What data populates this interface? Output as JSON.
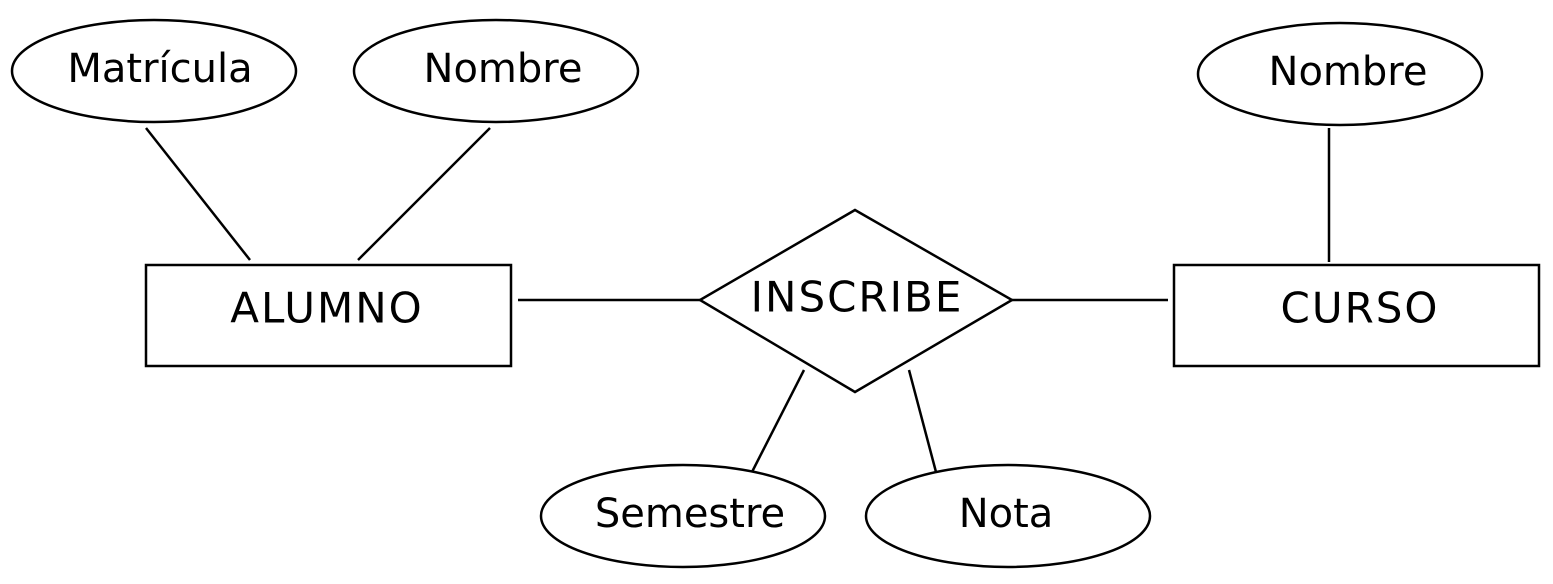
{
  "diagram": {
    "entities": {
      "alumno": {
        "label": "ALUMNO"
      },
      "curso": {
        "label": "CURSO"
      }
    },
    "relationship": {
      "label": "INSCRIBE"
    },
    "attributes": {
      "alumno_matricula": "Matrícula",
      "alumno_nombre": "Nombre",
      "curso_nombre": "Nombre",
      "inscribe_semestre": "Semestre",
      "inscribe_nota": "Nota"
    },
    "colors": {
      "stroke": "#000000",
      "fill": "#ffffff"
    }
  }
}
